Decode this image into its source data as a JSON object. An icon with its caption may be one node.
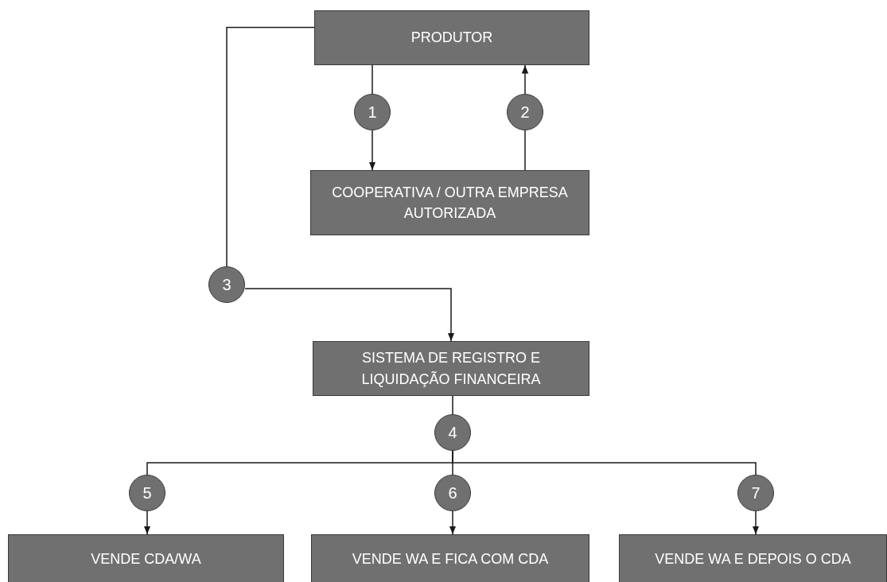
{
  "diagram": {
    "nodes": [
      {
        "text": [
          "PRODUTOR"
        ]
      },
      {
        "text": [
          "1"
        ]
      },
      {
        "text": [
          "2"
        ]
      },
      {
        "text": [
          "COOPERATIVA / OUTRA EMPRESA AUTORIZADA"
        ]
      },
      {
        "text": [
          "3"
        ]
      },
      {
        "text": [
          "SISTEMA DE REGISTRO E LIQUIDAÇÃO FINANCEIRA"
        ]
      },
      {
        "text": [
          "4"
        ]
      },
      {
        "text": [
          "5"
        ]
      },
      {
        "text": [
          "6"
        ]
      },
      {
        "text": [
          "7"
        ]
      },
      {
        "text": [
          "VENDE CDA/WA"
        ]
      },
      {
        "text": [
          "VENDE WA E FICA COM CDA"
        ]
      },
      {
        "text": [
          "VENDE WA E DEPOIS O CDA"
        ]
      }
    ],
    "edges": [
      {
        "from": 0,
        "to": 1,
        "arrow": "none"
      },
      {
        "from": 1,
        "to": 3,
        "arrow": "to"
      },
      {
        "from": 3,
        "to": 2,
        "arrow": "none"
      },
      {
        "from": 2,
        "to": 0,
        "arrow": "to"
      },
      {
        "from": 0,
        "to": 4,
        "arrow": "none"
      },
      {
        "from": 4,
        "to": 5,
        "arrow": "to"
      },
      {
        "from": 5,
        "to": 6,
        "arrow": "none"
      },
      {
        "from": 6,
        "to": 7,
        "arrow": "none"
      },
      {
        "from": 6,
        "to": 8,
        "arrow": "none"
      },
      {
        "from": 6,
        "to": 9,
        "arrow": "none"
      },
      {
        "from": 7,
        "to": 10,
        "arrow": "to"
      },
      {
        "from": 8,
        "to": 11,
        "arrow": "to"
      },
      {
        "from": 9,
        "to": 12,
        "arrow": "to"
      }
    ]
  }
}
